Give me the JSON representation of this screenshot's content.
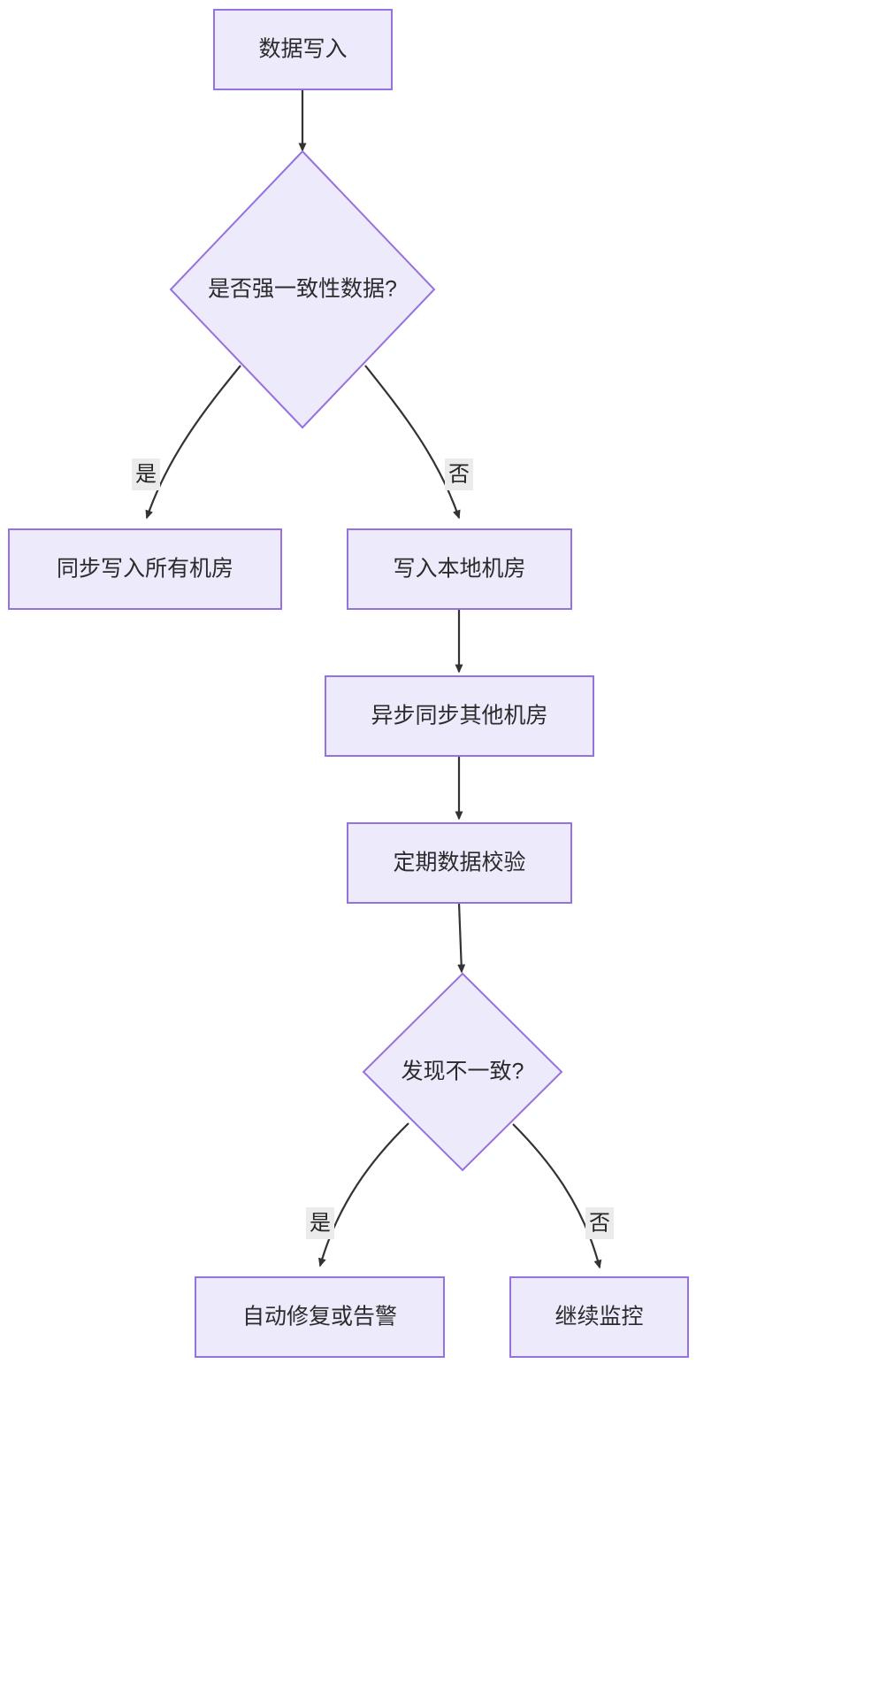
{
  "diagram": {
    "type": "flowchart",
    "direction": "top-down",
    "theme": {
      "node_fill": "#ECEAFB",
      "node_stroke": "#9672E0",
      "edge_stroke": "#333333",
      "edge_label_bg": "#ebebeb",
      "text_color": "#2b2b2b",
      "background": "#ffffff"
    },
    "nodes": [
      {
        "id": "n1",
        "shape": "rect",
        "label": "数据写入"
      },
      {
        "id": "n2",
        "shape": "diamond",
        "label": "是否强一致性数据?"
      },
      {
        "id": "n3",
        "shape": "rect",
        "label": "同步写入所有机房"
      },
      {
        "id": "n4",
        "shape": "rect",
        "label": "写入本地机房"
      },
      {
        "id": "n5",
        "shape": "rect",
        "label": "异步同步其他机房"
      },
      {
        "id": "n6",
        "shape": "rect",
        "label": "定期数据校验"
      },
      {
        "id": "n7",
        "shape": "diamond",
        "label": "发现不一致?"
      },
      {
        "id": "n8",
        "shape": "rect",
        "label": "自动修复或告警"
      },
      {
        "id": "n9",
        "shape": "rect",
        "label": "继续监控"
      }
    ],
    "edges": [
      {
        "from": "n1",
        "to": "n2",
        "label": ""
      },
      {
        "from": "n2",
        "to": "n3",
        "label": "是"
      },
      {
        "from": "n2",
        "to": "n4",
        "label": "否"
      },
      {
        "from": "n4",
        "to": "n5",
        "label": ""
      },
      {
        "from": "n5",
        "to": "n6",
        "label": ""
      },
      {
        "from": "n6",
        "to": "n7",
        "label": ""
      },
      {
        "from": "n7",
        "to": "n8",
        "label": "是"
      },
      {
        "from": "n7",
        "to": "n9",
        "label": "否"
      }
    ]
  }
}
